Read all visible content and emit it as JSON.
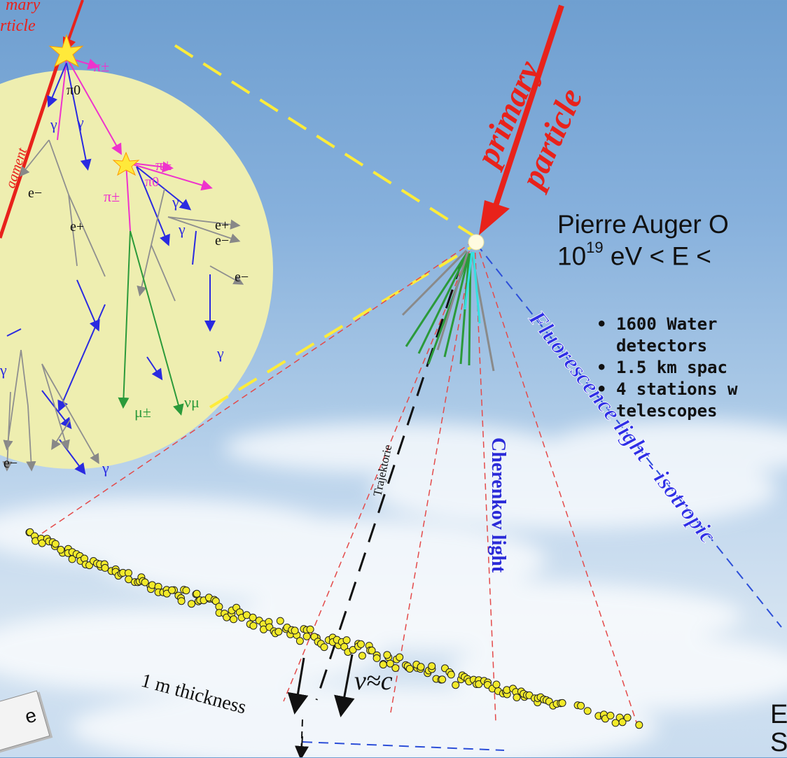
{
  "zoom_labels": {
    "primary_top": "mary",
    "particle_top": "rticle",
    "fragment": "agment",
    "pi_pm": "π±",
    "pi_zero": "π0",
    "gamma": "γ",
    "e_minus": "e−",
    "e_plus": "e+",
    "mu_pm": "μ±",
    "nu_mu": "νμ"
  },
  "primary_label": {
    "line1": "primary",
    "line2": "particle"
  },
  "observatory": {
    "title": "Pierre Auger O",
    "energy_base": "10",
    "energy_exp": "19",
    "energy_rest": " eV < E <",
    "bullets": [
      {
        "marker": "•",
        "text": "1600 Water"
      },
      {
        "marker": "",
        "text": "detectors"
      },
      {
        "marker": "•",
        "text": "1.5 km spac"
      },
      {
        "marker": "•",
        "text": "4 stations w"
      },
      {
        "marker": "",
        "text": "telescopes"
      }
    ]
  },
  "light_labels": {
    "fluorescence": "Fluorescence light - isotropic",
    "cherenkov": "Cherenkov light",
    "trajectory": "Trajektorie",
    "speed": "v≈c",
    "thickness": "1 m  thickness"
  },
  "partial_right": {
    "line1": "E",
    "line2": "S"
  },
  "note_box": {
    "text": "e"
  },
  "colors": {
    "primary_arrow": "#e8221b",
    "zoom_circle": "#eeeeb0",
    "fluorescence_text": "#2f2fe6",
    "cherenkov_text": "#2a2ad8",
    "particle_dots": "#f2ea2a",
    "dashed_yellow": "#ffec3a",
    "red_fan": "#e44a4a",
    "blue_dash": "#2d4fd8"
  }
}
